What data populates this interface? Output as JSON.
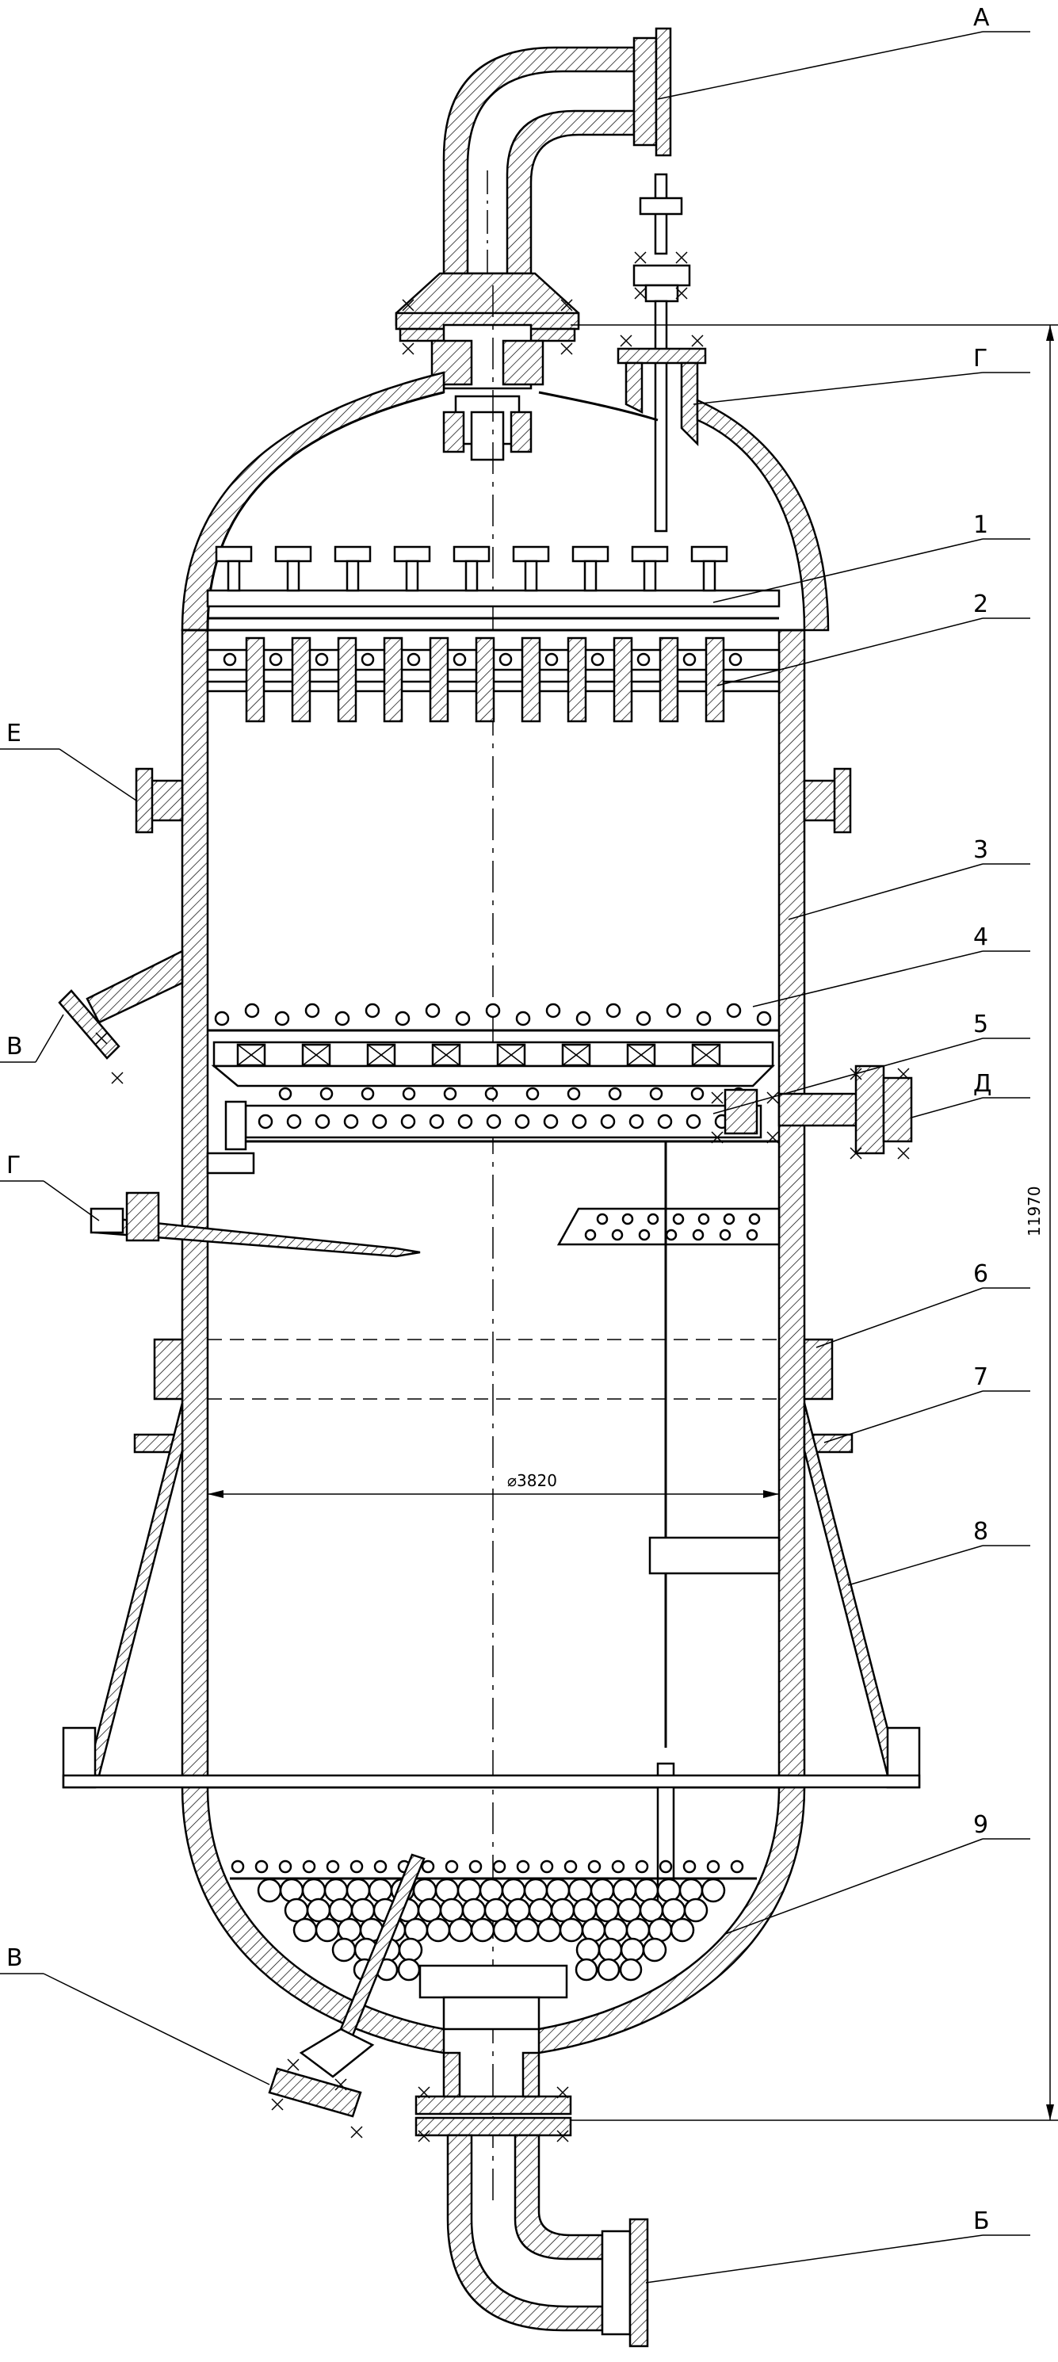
{
  "labels": {
    "A": "А",
    "B": "Б",
    "V_top": "В",
    "V_bottom": "В",
    "G_top": "Г",
    "G_mid": "Г",
    "D": "Д",
    "E": "Е",
    "n1": "1",
    "n2": "2",
    "n3": "3",
    "n4": "4",
    "n5": "5",
    "n6": "6",
    "n7": "7",
    "n8": "8",
    "n9": "9"
  },
  "dimensions": {
    "diameter": "⌀3820",
    "height": "11970"
  }
}
